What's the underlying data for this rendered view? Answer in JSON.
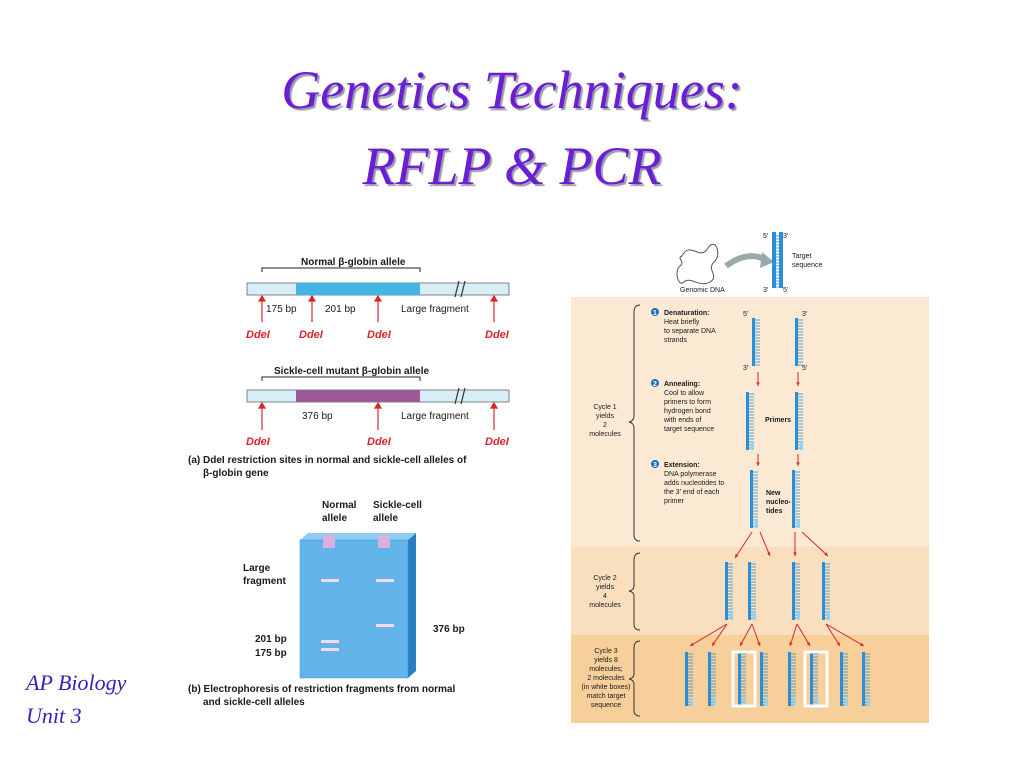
{
  "slide": {
    "title_line1": "Genetics Techniques:",
    "title_line2": "RFLP & PCR",
    "footer_line1": "AP Biology",
    "footer_line2": "Unit 3"
  },
  "rflp": {
    "normal_allele_label": "Normal β-globin allele",
    "normal_frag1": "175 bp",
    "normal_frag2": "201 bp",
    "large_fragment": "Large fragment",
    "enzyme": "DdeI",
    "mutant_allele_label": "Sickle-cell mutant β-globin allele",
    "mutant_frag1": "376 bp",
    "caption_a_line1": "(a) DdeI restriction sites in normal and sickle-cell alleles of",
    "caption_a_line2": "β-globin gene",
    "gel_normal_line1": "Normal",
    "gel_normal_line2": "allele",
    "gel_sickle_line1": "Sickle-cell",
    "gel_sickle_line2": "allele",
    "gel_large_line1": "Large",
    "gel_large_line2": "fragment",
    "gel_201": "201 bp",
    "gel_175": "175 bp",
    "gel_376": "376 bp",
    "caption_b_line1": "(b) Electrophoresis of restriction fragments from normal",
    "caption_b_line2": "and sickle-cell alleles"
  },
  "pcr": {
    "genomic_dna": "Genomic DNA",
    "target_line1": "Target",
    "target_line2": "sequence",
    "five_prime": "5′",
    "three_prime": "3′",
    "step1_num": "1",
    "step1_lines": [
      "Denaturation:",
      "Heat briefly",
      "to separate DNA",
      "strands"
    ],
    "step2_num": "2",
    "step2_lines": [
      "Annealing:",
      "Cool to allow",
      "primers to form",
      "hydrogen bond",
      "with ends of",
      "target sequence"
    ],
    "step3_num": "3",
    "step3_lines": [
      "Extension:",
      "DNA polymerase",
      "adds nucleotides to",
      "the 3′ end of each",
      "primer"
    ],
    "primers": "Primers",
    "new_nucleotides_lines": [
      "New",
      "nucleo-",
      "tides"
    ],
    "cycle1_lines": [
      "Cycle 1",
      "yields",
      "2",
      "molecules"
    ],
    "cycle2_lines": [
      "Cycle 2",
      "yields",
      "4",
      "molecules"
    ],
    "cycle3_lines": [
      "Cycle 3",
      "yields 8",
      "molecules;",
      "2 molecules",
      "(in white boxes)",
      "match target",
      "sequence"
    ]
  },
  "colors": {
    "title": "#6a1fd6",
    "footer": "#3b1fb8",
    "enzyme_red": "#d8262c",
    "dna_blue": "#2a8fd6",
    "mutant_purple": "#9c5a98",
    "gel_blue": "#63b4ea",
    "pcr_panel": "#fbe9d3",
    "pcr_band": "#f7d7ae"
  }
}
